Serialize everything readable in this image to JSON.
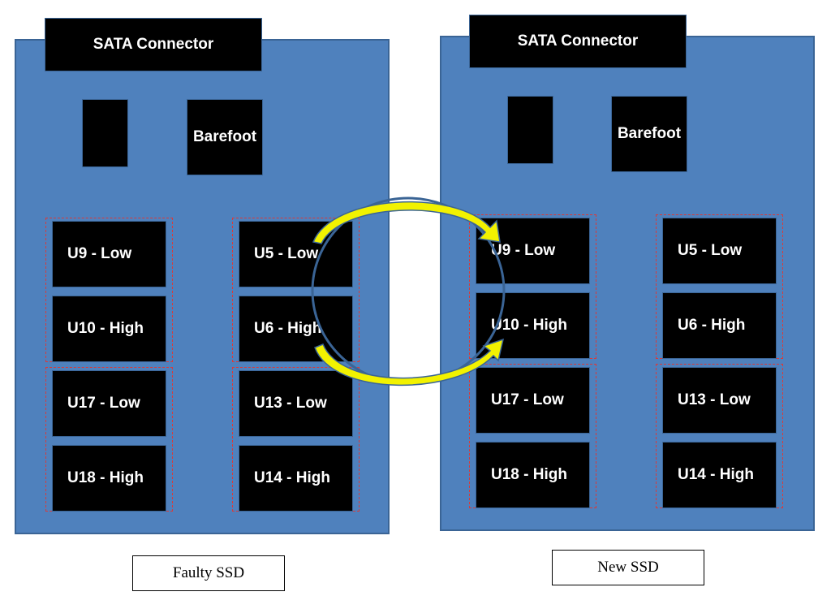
{
  "colors": {
    "board_fill": "#4f81bd",
    "board_border": "#3a6495",
    "chip_fill": "#000000",
    "chip_text": "#ffffff",
    "group_border": "#d93a3a",
    "arrow_fill": "#f2f200",
    "ellipse_stroke": "#3a6495"
  },
  "faulty_ssd": {
    "connector": "SATA Connector",
    "controller": "Barefoot",
    "chips": {
      "u9": "U9 - Low",
      "u10": "U10 - High",
      "u17": "U17 - Low",
      "u18": "U18 - High",
      "u5": "U5 - Low",
      "u6": "U6 - High",
      "u13": "U13 - Low",
      "u14": "U14 - High"
    },
    "caption": "Faulty SSD"
  },
  "new_ssd": {
    "connector": "SATA Connector",
    "controller": "Barefoot",
    "chips": {
      "u9": "U9 - Low",
      "u10": "U10 - High",
      "u17": "U17 - Low",
      "u18": "U18 - High",
      "u5": "U5 - Low",
      "u6": "U6 - High",
      "u13": "U13 - Low",
      "u14": "U14 - High"
    },
    "caption": "New SSD"
  },
  "transfers": [
    {
      "from": "U5 - Low",
      "to": "U9 - Low"
    },
    {
      "from": "U6 - High",
      "to": "U10 - High"
    }
  ]
}
